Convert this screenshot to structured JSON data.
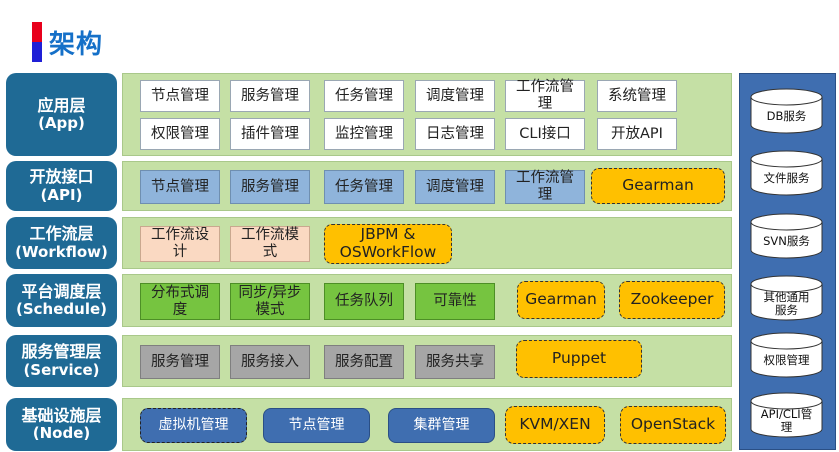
{
  "title": "架构",
  "layers": [
    {
      "name": "应用层",
      "en": "(App)",
      "items": [
        "节点管理",
        "服务管理",
        "任务管理",
        "调度管理",
        "工作流管理",
        "系统管理",
        "权限管理",
        "插件管理",
        "监控管理",
        "日志管理",
        "CLI接口",
        "开放API"
      ]
    },
    {
      "name": "开放接口",
      "en": "(API)",
      "items": [
        "节点管理",
        "服务管理",
        "任务管理",
        "调度管理",
        "工作流管理",
        "Gearman"
      ]
    },
    {
      "name": "工作流层",
      "en": "(Workflow)",
      "items": [
        "工作流设计",
        "工作流模式",
        "JBPM & OSWorkFlow"
      ]
    },
    {
      "name": "平台调度层",
      "en": "(Schedule)",
      "items": [
        "分布式调度",
        "同步/异步模式",
        "任务队列",
        "可靠性",
        "Gearman",
        "Zookeeper"
      ]
    },
    {
      "name": "服务管理层",
      "en": "(Service)",
      "items": [
        "服务管理",
        "服务接入",
        "服务配置",
        "服务共享",
        "Puppet"
      ]
    },
    {
      "name": "基础设施层",
      "en": "(Node)",
      "items": [
        "虚拟机管理",
        "节点管理",
        "集群管理",
        "KVM/XEN",
        "OpenStack"
      ]
    }
  ],
  "side_services": [
    "DB服务",
    "文件服务",
    "SVN服务",
    "其他通用服务",
    "权限管理",
    "API/CLI管理"
  ]
}
